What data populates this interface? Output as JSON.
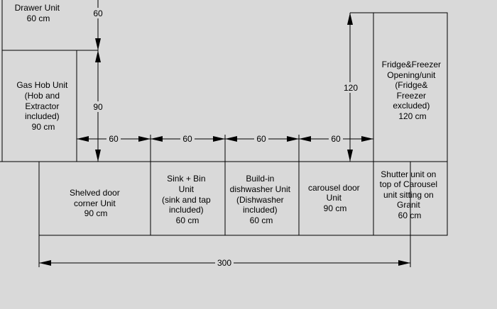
{
  "units": {
    "drawer": [
      "Drawer Unit",
      "60 cm"
    ],
    "gas_hob": [
      "Gas Hob Unit",
      "(Hob and",
      "Extractor",
      "included)",
      "90 cm"
    ],
    "fridge": [
      "Fridge&Freezer",
      "Opening/unit",
      "(Fridge&",
      "Freezer",
      "excluded)",
      "120 cm"
    ],
    "shelved": [
      "Shelved door",
      "corner Unit",
      "90 cm"
    ],
    "sink": [
      "Sink + Bin",
      "Unit",
      "(sink and tap",
      "included)",
      "60 cm"
    ],
    "dishwasher": [
      "Build-in",
      "dishwasher Unit",
      "(Dishwasher",
      "included)",
      "60 cm"
    ],
    "carousel": [
      "carousel door",
      "Unit",
      "90 cm"
    ],
    "shutter": [
      "Shutter unit on",
      "top of Carousel",
      "unit sitting on",
      "Granit",
      "60 cm"
    ]
  },
  "dimensions": {
    "v_top": "60",
    "v_hob": "90",
    "v_fridge": "120",
    "h1": "60",
    "h2": "60",
    "h3": "60",
    "h4": "60",
    "total": "300"
  },
  "colors": {
    "background": "#d9d9d9",
    "line": "#000000"
  }
}
